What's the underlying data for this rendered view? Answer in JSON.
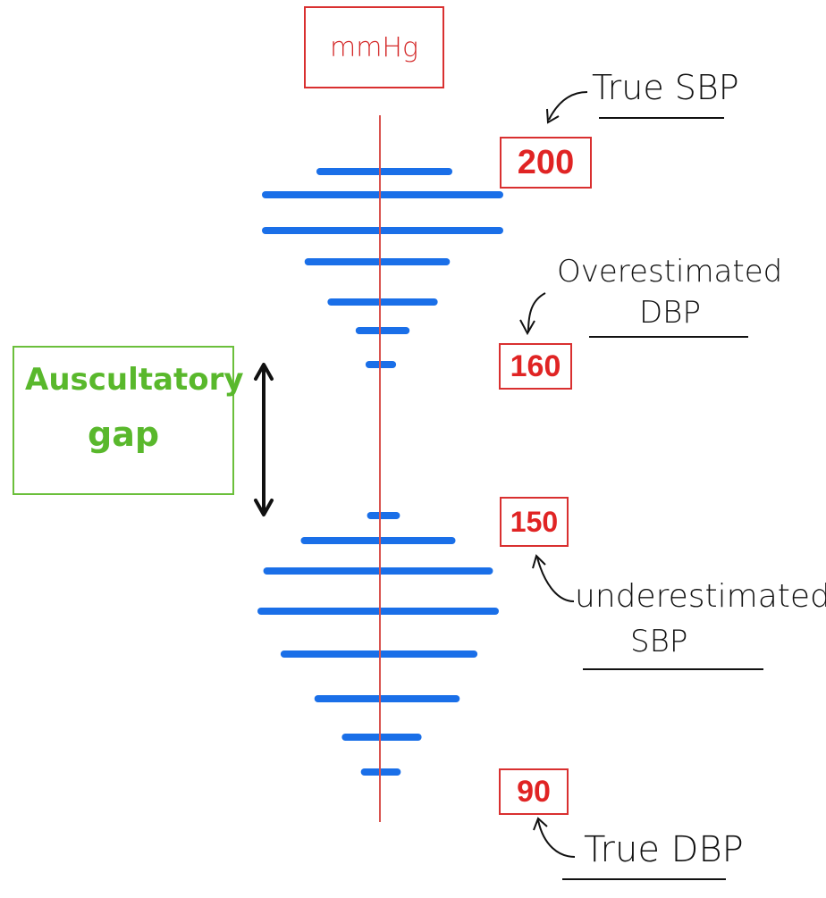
{
  "title": "Auscultatory gap diagram",
  "unit_label": "mmHg",
  "colors": {
    "scale_line": "#d9534f",
    "korotkoff_sound": "#1a6fe8",
    "value_box": "#d93030",
    "gap_label": "#59b82c",
    "annotation": "#111111"
  },
  "markers": [
    {
      "id": "m200",
      "value": "200",
      "annotation": "True SBP"
    },
    {
      "id": "m160",
      "value": "160",
      "annotation": "Overestimated DBP"
    },
    {
      "id": "m150",
      "value": "150",
      "annotation": "underestimated SBP"
    },
    {
      "id": "m90",
      "value": "90",
      "annotation": "True DBP"
    }
  ],
  "annotations": {
    "true_sbp": "True SBP",
    "overestimated_dbp_line1": "Overestimated",
    "overestimated_dbp_line2": "DBP",
    "underestimated_sbp_line1": "underestimated",
    "underestimated_sbp_line2": "SBP",
    "true_dbp": "True DBP"
  },
  "gap_label": {
    "line1": "Auscultatory",
    "line2": "gap"
  },
  "sound_groups": {
    "upper": {
      "description": "Korotkoff sounds between 200 and 160 mmHg",
      "relative_intensity": [
        0.55,
        1.0,
        1.0,
        0.59,
        0.44,
        0.2,
        0.1
      ]
    },
    "lower": {
      "description": "Korotkoff sounds between 150 and 90 mmHg",
      "relative_intensity": [
        0.11,
        0.63,
        0.95,
        1.0,
        0.81,
        0.59,
        0.31,
        0.14
      ]
    }
  }
}
